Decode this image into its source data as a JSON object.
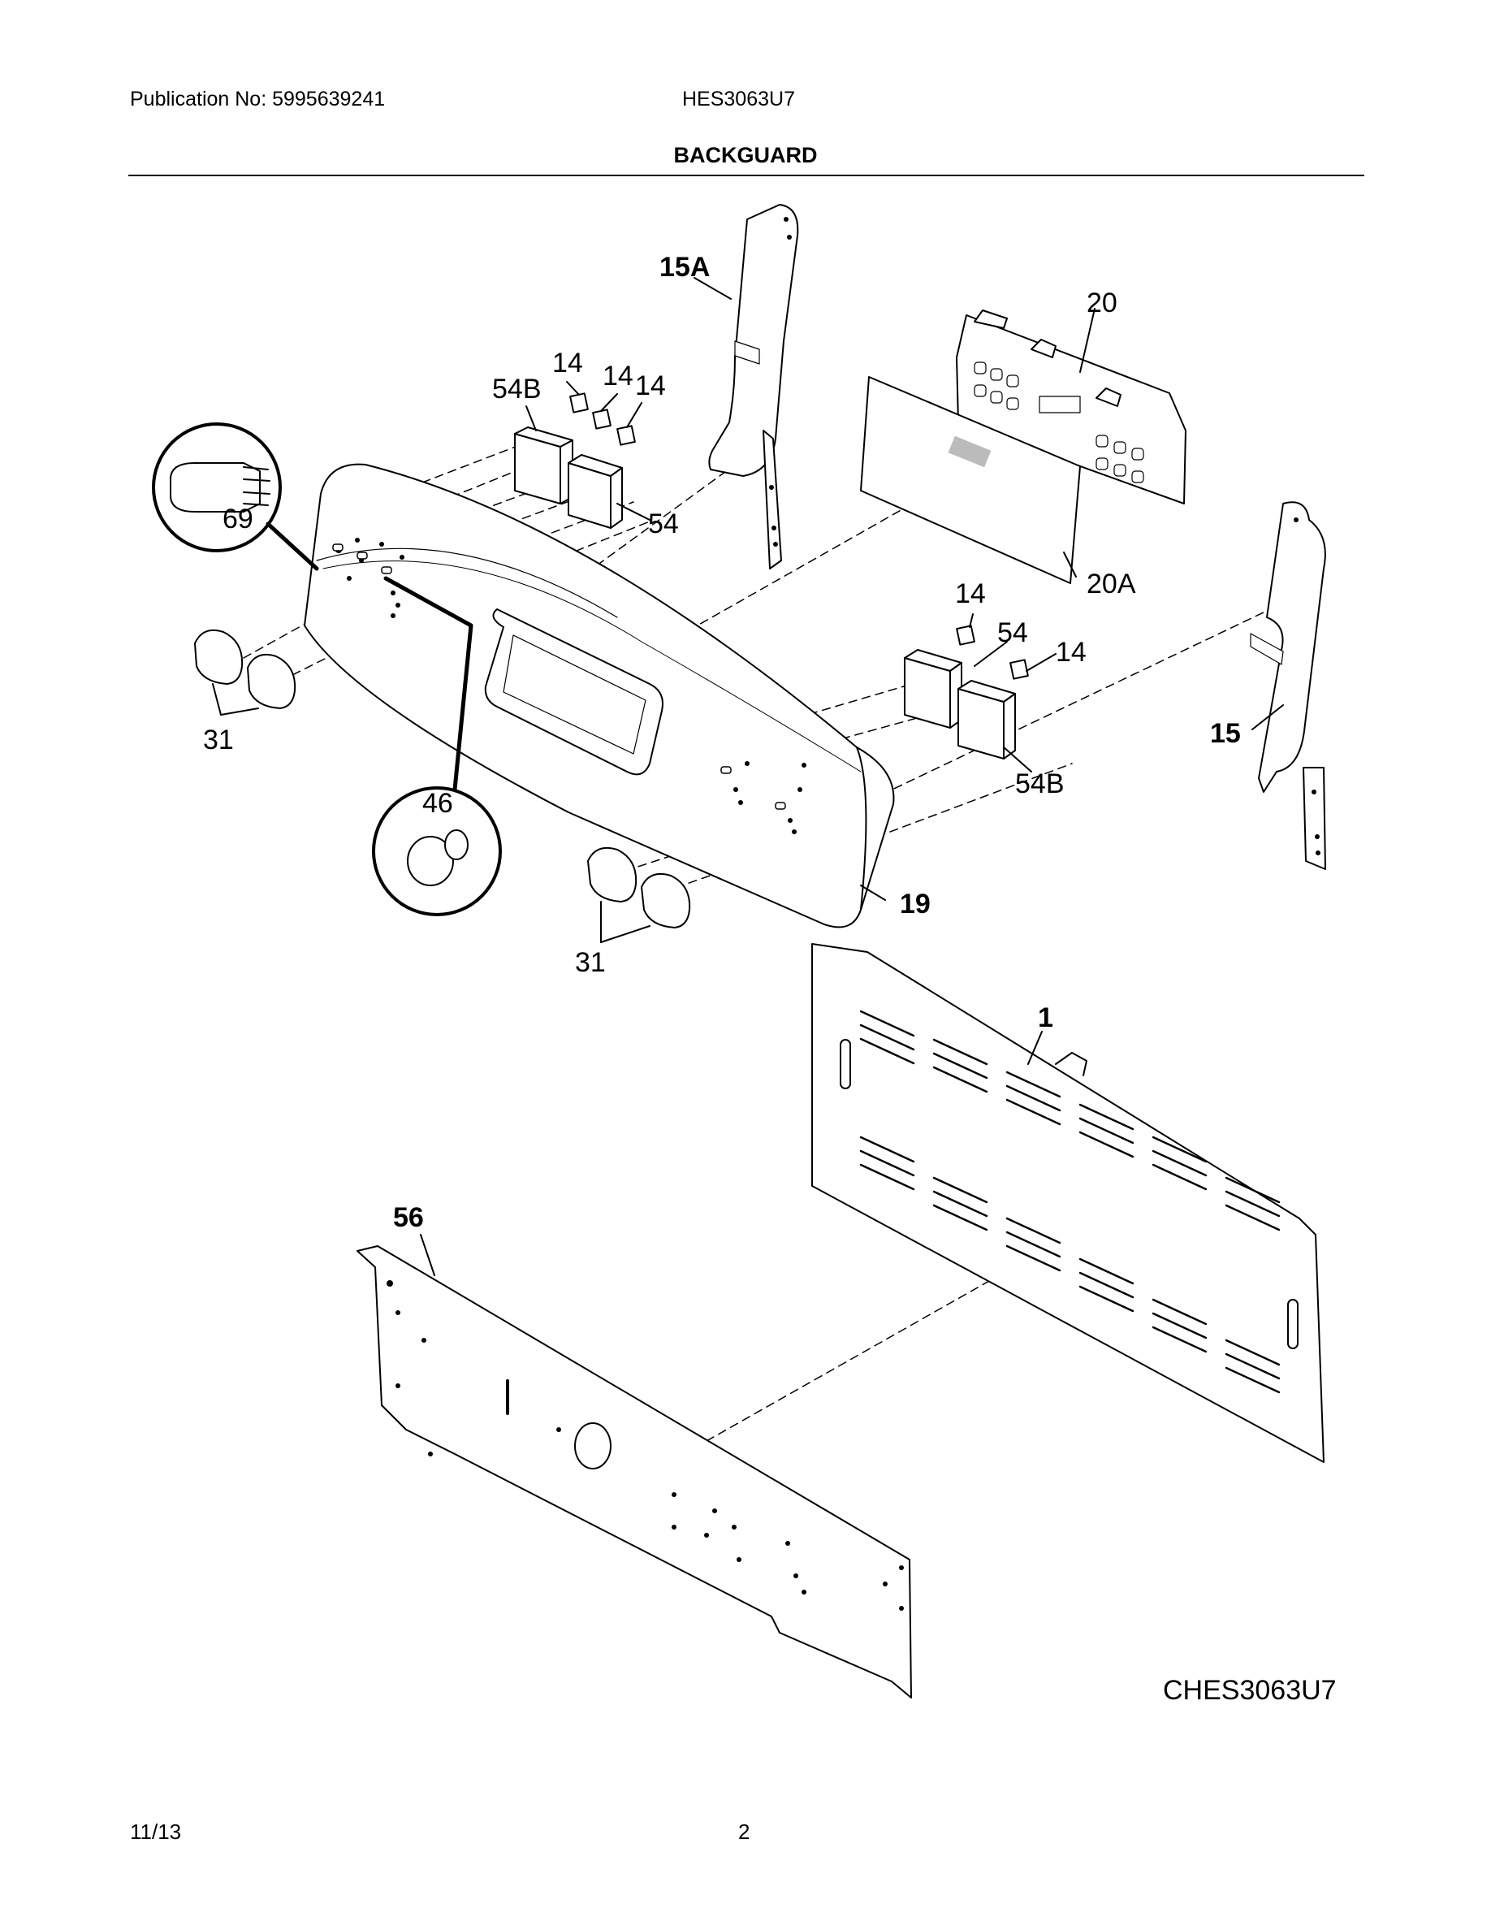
{
  "header": {
    "publication": "Publication No: 5995639241",
    "model": "HES3063U7",
    "title": "BACKGUARD"
  },
  "callouts": {
    "c15A": "15A",
    "c20": "20",
    "c14a": "14",
    "c14b": "14",
    "c14c": "14",
    "c54Ba": "54B",
    "c54a": "54",
    "c69": "69",
    "c20A": "20A",
    "c14d": "14",
    "c54b": "54",
    "c14e": "14",
    "c15": "15",
    "c31a": "31",
    "c46": "46",
    "c54Bb": "54B",
    "c19": "19",
    "c31b": "31",
    "c1": "1",
    "c56": "56"
  },
  "diagram_code": "CHES3063U7",
  "footer": {
    "date": "11/13",
    "page": "2"
  }
}
